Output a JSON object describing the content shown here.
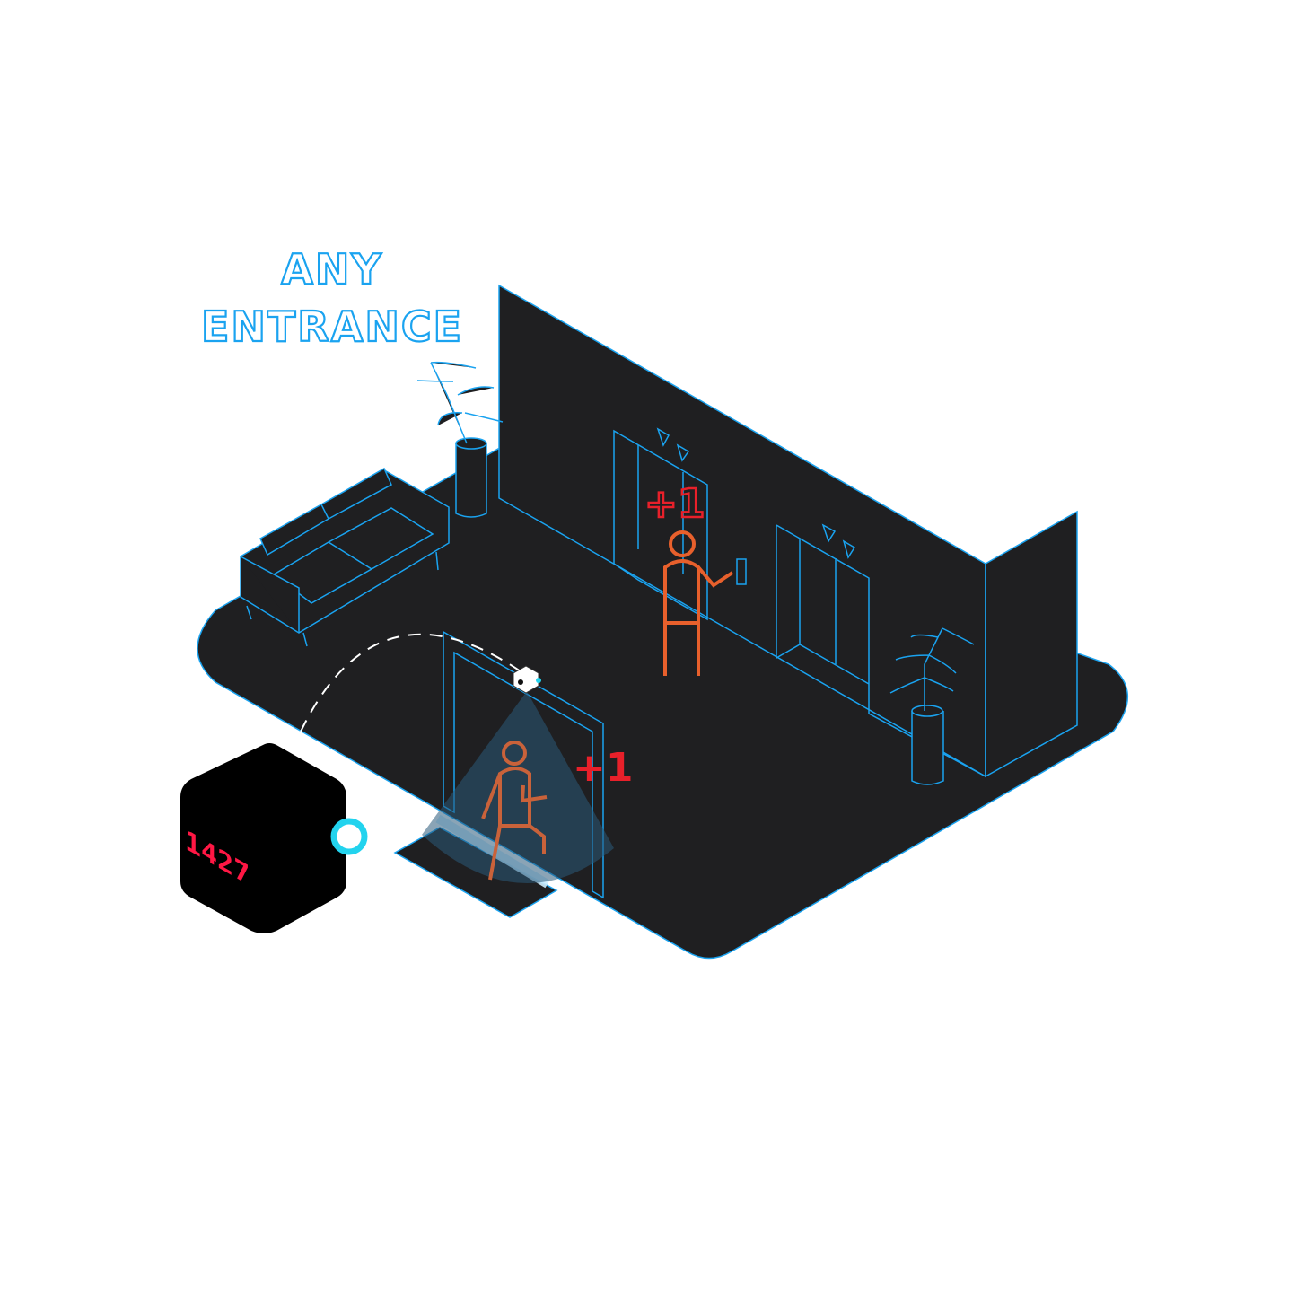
{
  "title": {
    "line1": "ANY",
    "line2": "ENTRANCE"
  },
  "badges": {
    "elevator_plus": "+1",
    "door_plus": "+1"
  },
  "counter": {
    "display": "1427"
  },
  "colors": {
    "floor": "#1f1f21",
    "outline": "#1aa3f0",
    "person": "#e8602c",
    "plus": "#e8202a",
    "display": "#ff1744",
    "ring": "#22d3ee"
  }
}
